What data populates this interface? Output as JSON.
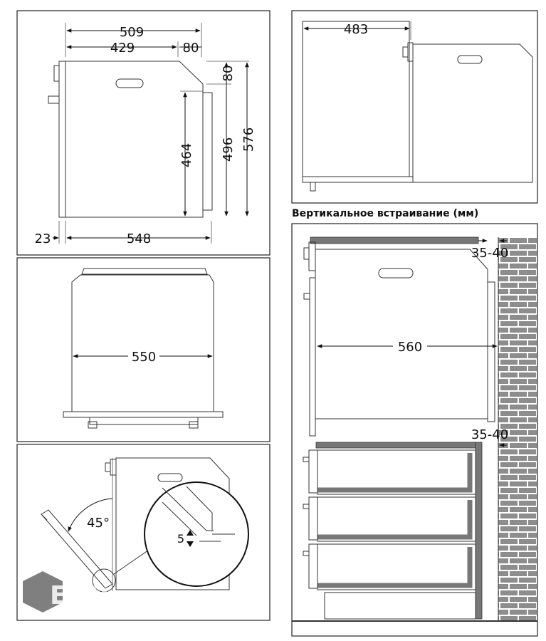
{
  "panel_top_left": {
    "d509": "509",
    "d429": "429",
    "d80a": "80",
    "d80b": "80",
    "d464": "464",
    "d496": "496",
    "d576": "576",
    "d23": "23",
    "d548": "548"
  },
  "panel_middle_left": {
    "d550": "550"
  },
  "panel_bottom_left": {
    "angle": "45°",
    "d5": "5"
  },
  "panel_top_right": {
    "d483": "483"
  },
  "vertical_section": {
    "title": "Вертикальное встраивание (мм)",
    "gap_top": "35-40",
    "width": "560",
    "gap_bottom": "35-40"
  },
  "watermark": {
    "logo_text": "EVO"
  },
  "colors": {
    "brick_fill": "#8d8d8d",
    "wood_fill": "#777777",
    "line": "#222222"
  }
}
